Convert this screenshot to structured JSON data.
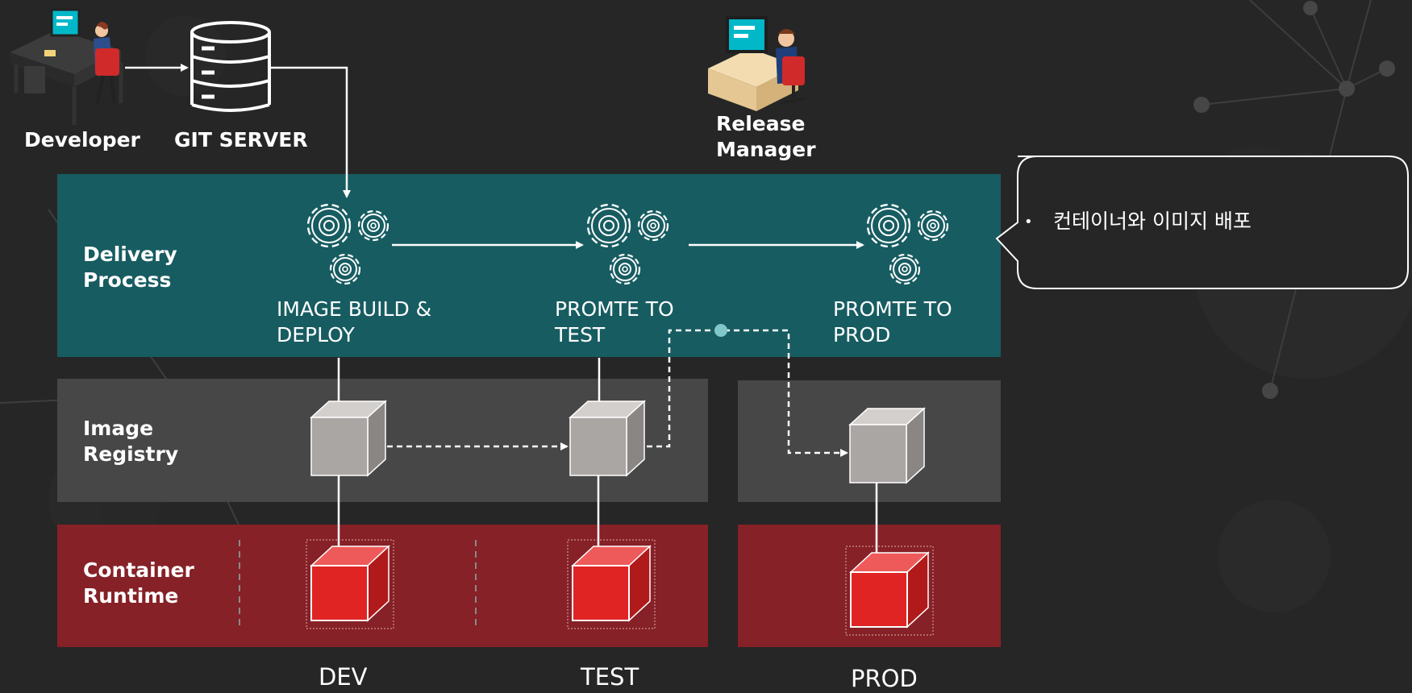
{
  "actors": {
    "developer": "Developer",
    "git_server": "GIT SERVER",
    "release_manager_line1": "Release",
    "release_manager_line2": "Manager"
  },
  "lanes": {
    "delivery": {
      "line1": "Delivery",
      "line2": "Process",
      "color": "#175c61"
    },
    "registry": {
      "line1": "Image",
      "line2": "Registry",
      "color": "#474747"
    },
    "runtime": {
      "line1": "Container",
      "line2": "Runtime",
      "color": "#862127"
    }
  },
  "stages": [
    {
      "line1": "IMAGE BUILD &",
      "line2": "DEPLOY"
    },
    {
      "line1": "PROMTE TO",
      "line2": "TEST"
    },
    {
      "line1": "PROMTE TO",
      "line2": "PROD"
    }
  ],
  "environments": [
    "DEV",
    "TEST",
    "PROD"
  ],
  "callout": {
    "bullet": "•",
    "text": "컨테이너와 이미지 배포"
  },
  "colors": {
    "background": "#262626",
    "image_cube": "#aaa6a4",
    "container_cube": "#e02424",
    "accent_dot": "#7fc7c9"
  }
}
